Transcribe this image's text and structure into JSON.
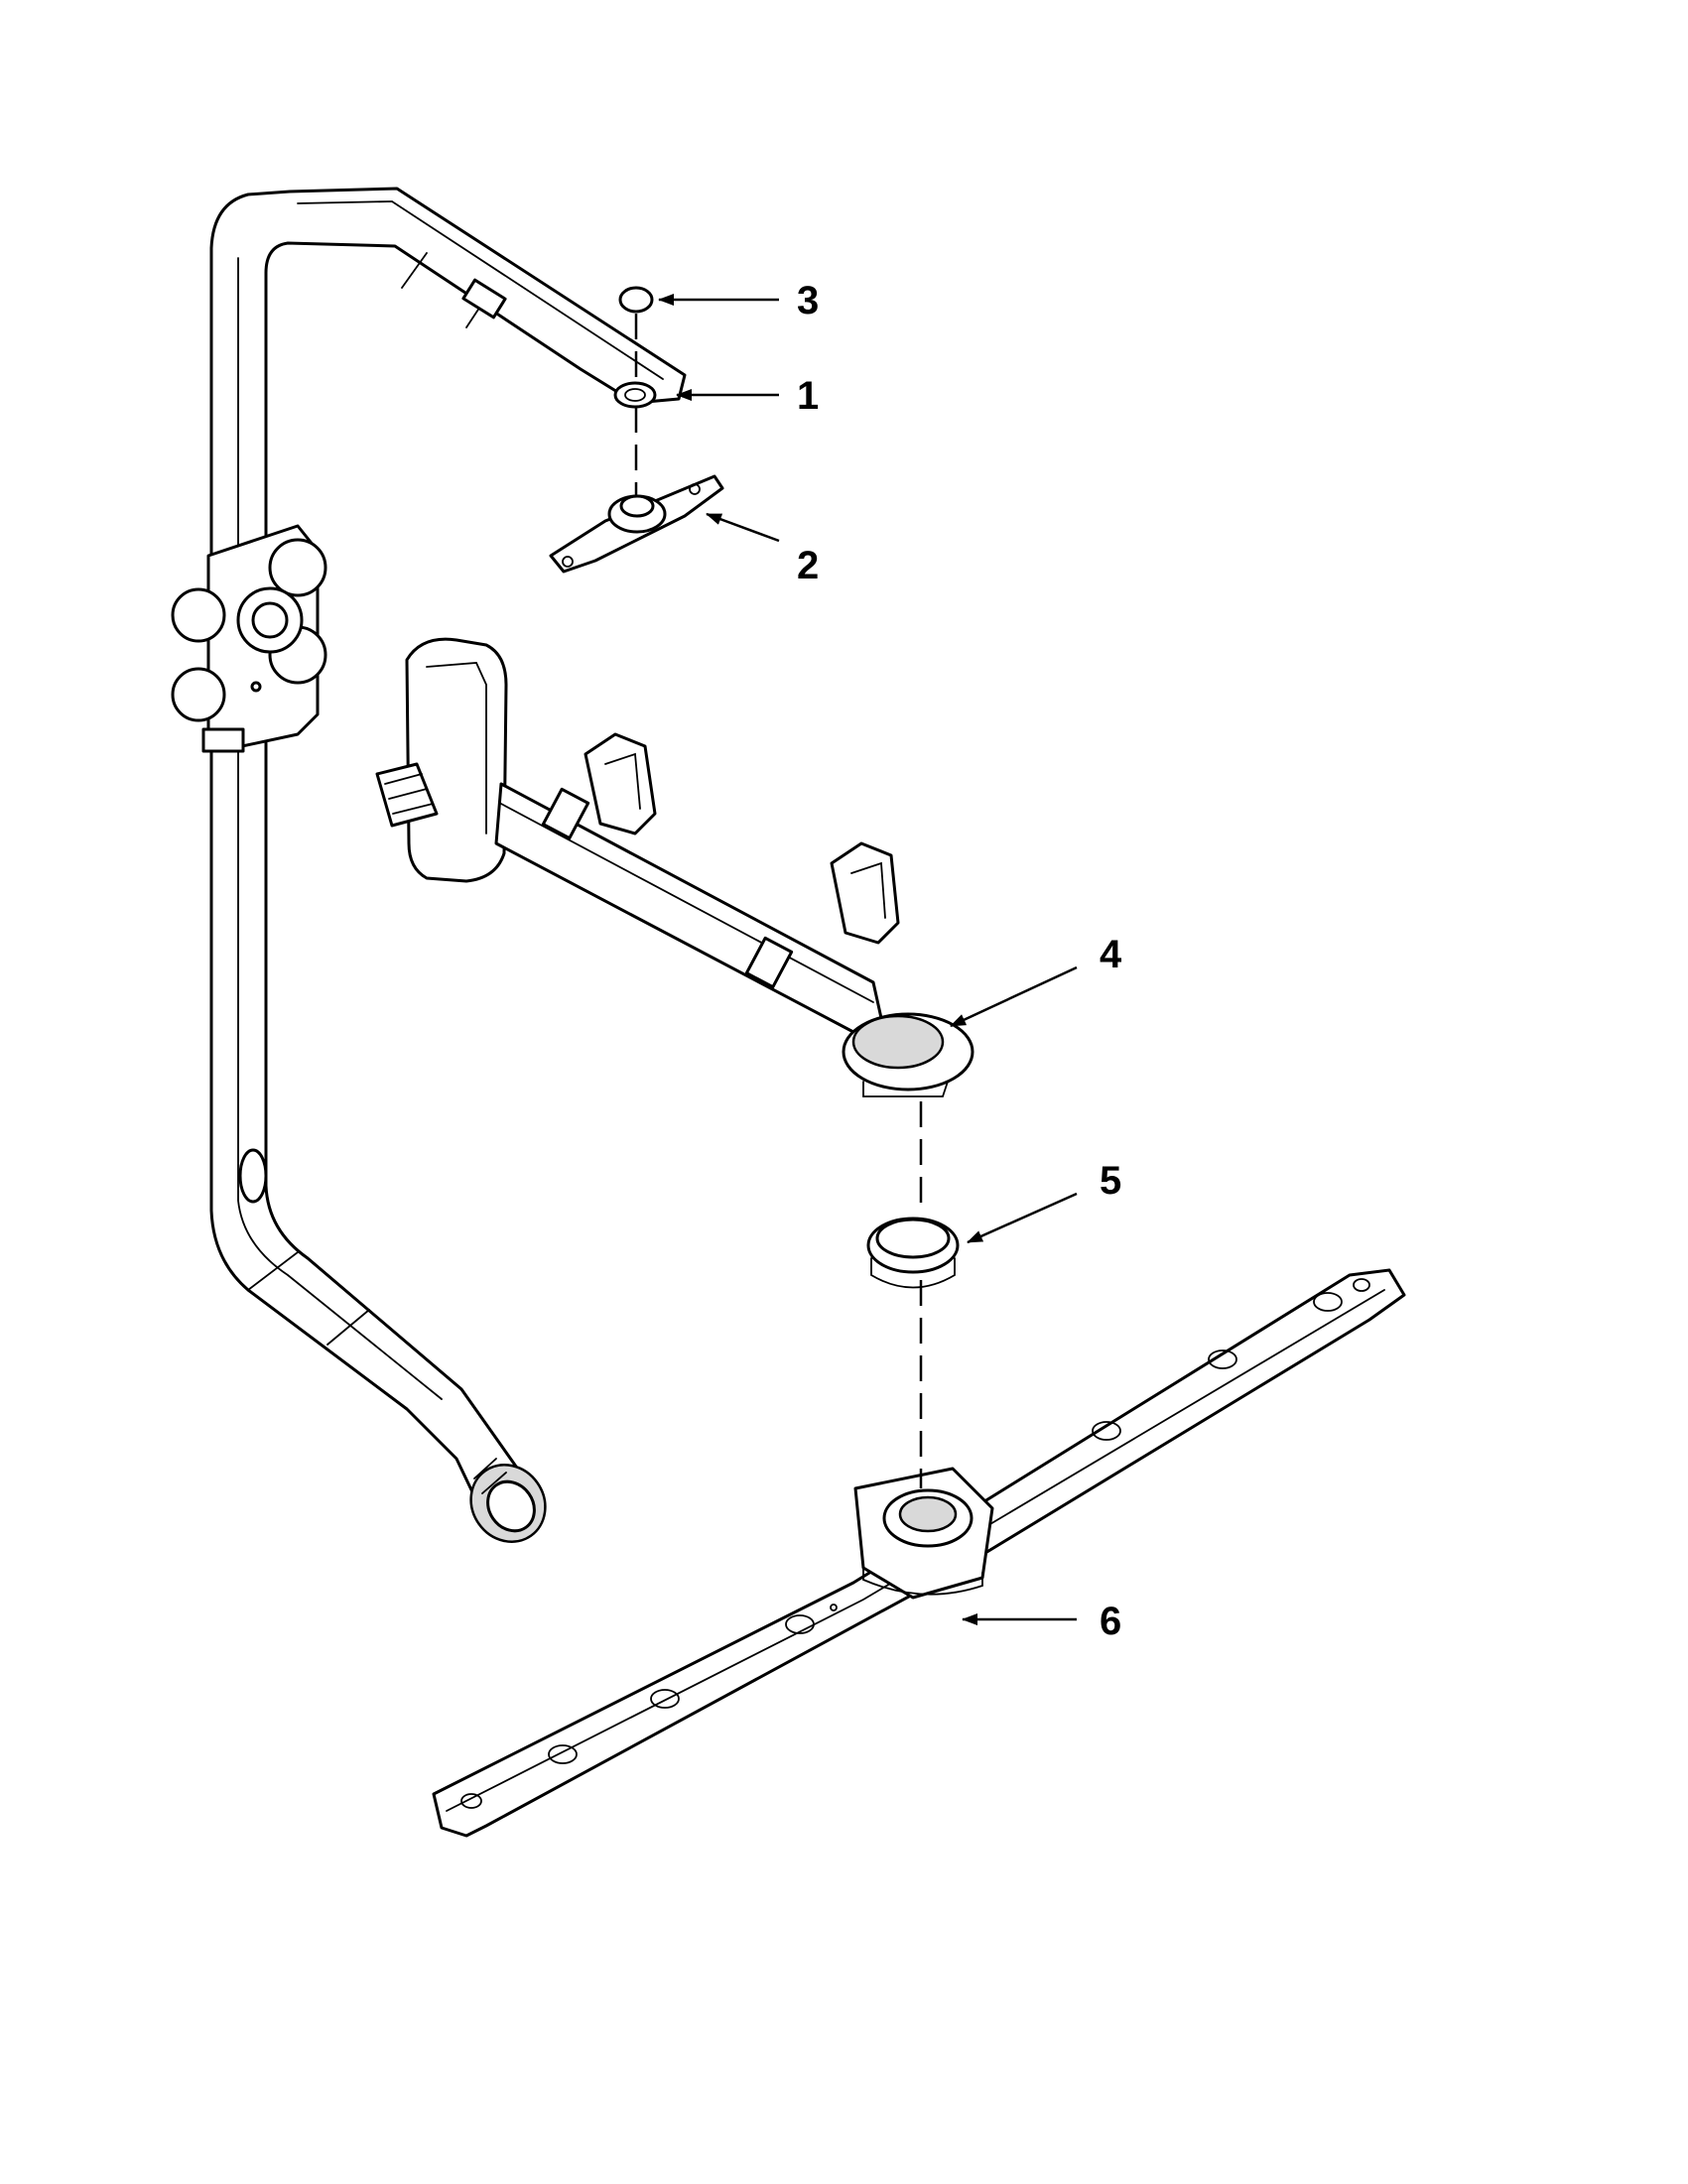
{
  "callouts": [
    {
      "id": "3",
      "label": "3"
    },
    {
      "id": "1",
      "label": "1"
    },
    {
      "id": "2",
      "label": "2"
    },
    {
      "id": "4",
      "label": "4"
    },
    {
      "id": "5",
      "label": "5"
    },
    {
      "id": "6",
      "label": "6"
    }
  ],
  "colors": {
    "line": "#000000",
    "background": "#ffffff",
    "shade": "#d9d9d9"
  }
}
